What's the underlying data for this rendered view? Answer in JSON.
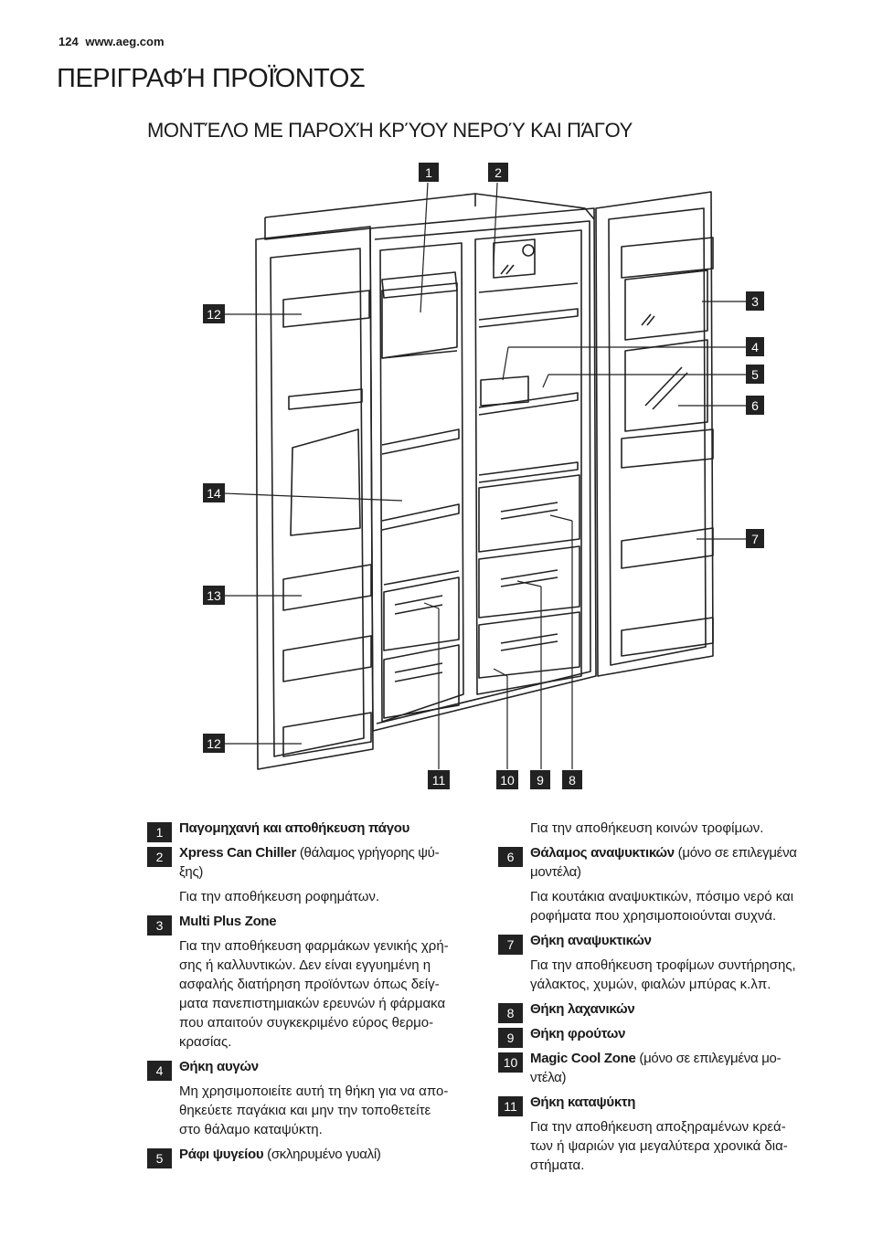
{
  "header": {
    "page_number": "124",
    "url": "www.aeg.com"
  },
  "title": "ΠΕΡΙΓΡΑΦΉ ΠΡΟΪΌΝΤΟΣ",
  "subtitle": "ΜΟΝΤΈΛΟ ΜΕ ΠΑΡΟΧΉ ΚΡΎΟΥ ΝΕΡΟΎ ΚΑΙ ΠΆΓΟΥ",
  "callouts": [
    "1",
    "2",
    "3",
    "4",
    "5",
    "6",
    "7",
    "8",
    "9",
    "10",
    "11",
    "12",
    "12",
    "13",
    "14"
  ],
  "items": [
    {
      "num": "1",
      "name": "Παγομηχανή και αποθήκευση πάγου",
      "extra": "",
      "desc": []
    },
    {
      "num": "2",
      "name": "Xpress Can Chiller",
      "extra": "(θάλαμος γρήγορης ψύ-",
      "extra2": "ξης)",
      "desc": [
        "Για την αποθήκευση ροφημάτων."
      ]
    },
    {
      "num": "3",
      "name": "Multi Plus Zone",
      "extra": "",
      "desc": [
        "Για την αποθήκευση φαρμάκων γενικής χρή-",
        "σης ή καλλυντικών. Δεν είναι εγγυημένη η",
        "ασφαλής διατήρηση προϊόντων όπως δείγ-",
        "ματα πανεπιστημιακών ερευνών ή φάρμακα",
        "που απαιτούν συγκεκριμένο εύρος θερμο-",
        "κρασίας."
      ]
    },
    {
      "num": "4",
      "name": "Θήκη αυγών",
      "extra": "",
      "desc": [
        "Μη χρησιμοποιείτε αυτή τη θήκη για να απο-",
        "θηκεύετε παγάκια και μην την τοποθετείτε",
        "στο θάλαμο καταψύκτη."
      ]
    },
    {
      "num": "5",
      "name": "Ράφι ψυγείου",
      "extra": "(σκληρυμένο γυαλί)",
      "desc": []
    },
    {
      "num": "",
      "name": "",
      "extra": "",
      "desc": [
        "Για την αποθήκευση κοινών τροφίμων."
      ]
    },
    {
      "num": "6",
      "name": "Θάλαμος αναψυκτικών",
      "extra": "(μόνο σε επιλεγμένα",
      "extra2": "μοντέλα)",
      "desc": [
        "Για κουτάκια αναψυκτικών, πόσιμο νερό και",
        "ροφήματα που χρησιμοποιούνται συχνά."
      ]
    },
    {
      "num": "7",
      "name": "Θήκη αναψυκτικών",
      "extra": "",
      "desc": [
        "Για την αποθήκευση τροφίμων συντήρησης,",
        "γάλακτος, χυμών, φιαλών μπύρας κ.λπ."
      ]
    },
    {
      "num": "8",
      "name": "Θήκη λαχανικών",
      "extra": "",
      "desc": []
    },
    {
      "num": "9",
      "name": "Θήκη φρούτων",
      "extra": "",
      "desc": []
    },
    {
      "num": "10",
      "name": "Magic Cool Zone",
      "extra": "(μόνο σε επιλεγμένα μο-",
      "extra2": "ντέλα)",
      "desc": []
    },
    {
      "num": "11",
      "name": "Θήκη καταψύκτη",
      "extra": "",
      "desc": [
        "Για την αποθήκευση αποξηραμένων κρεά-",
        "των ή ψαριών για μεγαλύτερα χρονικά δια-",
        "στήματα."
      ]
    }
  ]
}
